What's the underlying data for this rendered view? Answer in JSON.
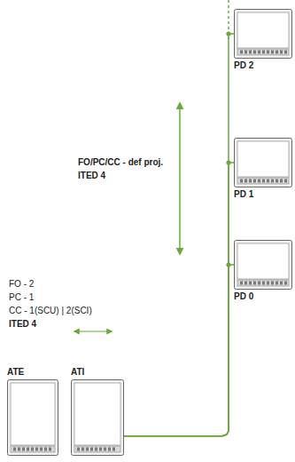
{
  "diagram": {
    "nodes": [
      {
        "text": [
          "ATE"
        ]
      },
      {
        "text": [
          "ATI"
        ]
      },
      {
        "text": [
          "PD 0"
        ]
      },
      {
        "text": [
          "PD 1"
        ]
      },
      {
        "text": [
          "PD 2"
        ]
      }
    ],
    "edges": [
      {
        "from": 1,
        "to": 2,
        "arrow": "none"
      },
      {
        "from": 1,
        "to": 3,
        "arrow": "none"
      },
      {
        "from": 1,
        "to": 4,
        "arrow": "none"
      }
    ],
    "labels": [
      "FO/PC/CC - def proj.",
      "ITED 4",
      "FO - 2",
      "PC - 1",
      "CC - 1(SCU) | 2(SCI)",
      "ITED 4"
    ]
  }
}
